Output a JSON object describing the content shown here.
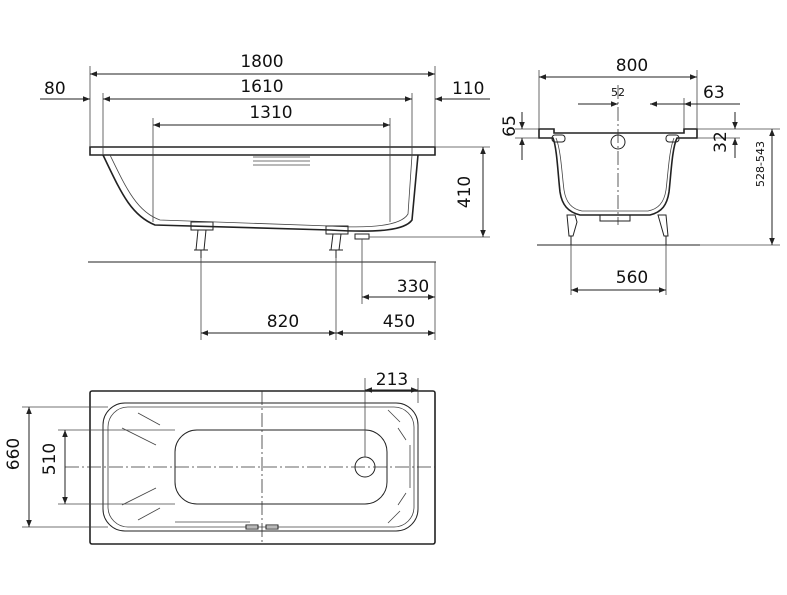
{
  "drawing": {
    "side_view": {
      "overall_length": "1800",
      "rim_offset_left": "80",
      "inner_length": "1610",
      "rim_offset_right": "110",
      "bottom_length": "1310",
      "depth": "410",
      "drain_offset": "330",
      "leg_spacing": "820",
      "leg_offset": "450"
    },
    "end_view": {
      "overall_width": "800",
      "overflow_offset": "52",
      "rim_edge": "63",
      "rim_height": "65",
      "rim_thickness": "32",
      "total_height": "528-543",
      "leg_spacing": "560"
    },
    "plan_view": {
      "drain_offset": "213",
      "outer_width": "660",
      "inner_width": "510"
    }
  }
}
